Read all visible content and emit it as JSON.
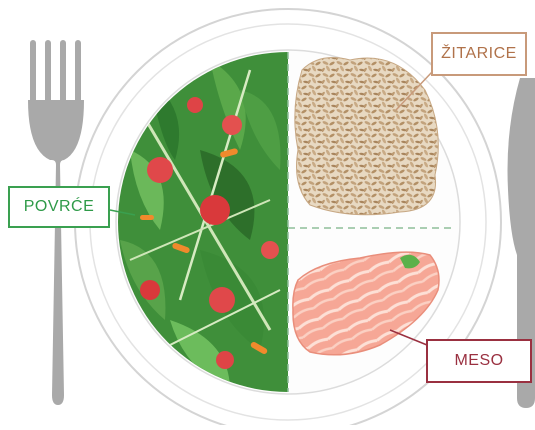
{
  "labels": {
    "grains": "ŽITARICE",
    "vegetables": "POVRĆE",
    "meat": "MESO"
  },
  "colors": {
    "grains_border": "#c89a7a",
    "vegetables_border": "#3aa050",
    "meat_border": "#9a3040",
    "plate_rim": "#d6d6d6",
    "cutlery": "#a9a9a9",
    "divider": "#8fbf9a"
  },
  "icons": [
    "fork-icon",
    "knife-icon",
    "plate-icon"
  ]
}
